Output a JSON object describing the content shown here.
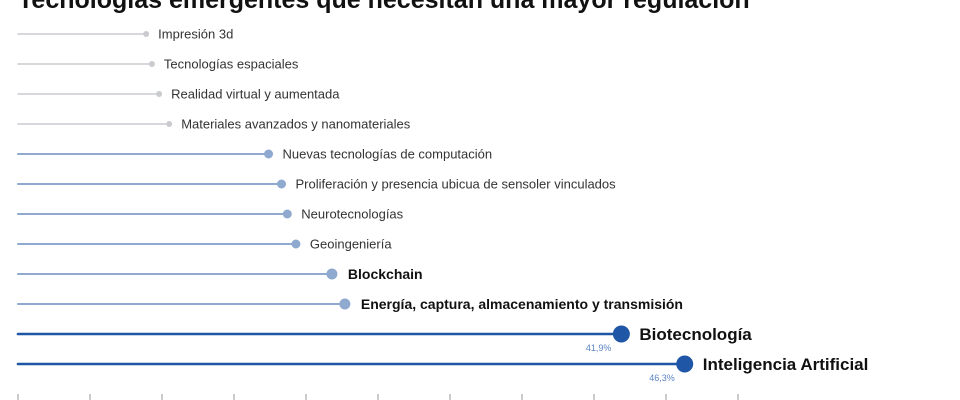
{
  "chart_data": {
    "type": "lollipop",
    "title": "Tecnologías emergentes que necesitan una mayor regulación",
    "xlabel": "",
    "ylabel": "",
    "xlim": [
      0,
      50
    ],
    "grid": false,
    "legend": "none",
    "categories": [
      "Impresión 3d",
      "Tecnologías espaciales",
      "Realidad virtual y aumentada",
      "Materiales avanzados y nanomateriales",
      "Nuevas tecnologías de computación",
      "Proliferación y presencia ubicua de sensoler vinculados",
      "Neurotecnologías",
      "Geoingeniería",
      "Blockchain",
      "Energía, captura, almacenamiento y transmisión",
      "Biotecnología",
      "Inteligencia Artificial"
    ],
    "values": [
      8.9,
      9.3,
      9.8,
      10.5,
      17.4,
      18.3,
      18.7,
      19.3,
      21.8,
      22.7,
      41.9,
      46.3
    ],
    "emphasis": [
      "light",
      "light",
      "light",
      "light",
      "medium",
      "medium",
      "medium",
      "medium",
      "bold",
      "bold",
      "strong",
      "strong"
    ],
    "value_labels": [
      "",
      "",
      "",
      "",
      "",
      "",
      "",
      "",
      "",
      "",
      "41,9%",
      "46,3%"
    ]
  },
  "colors": {
    "light": "#c9cbcf",
    "medium": "#8fa9cf",
    "strong": "#1f56a5",
    "label_dark": "#111111",
    "label_light": "#333333",
    "axis": "#9a9a9a",
    "value_label": "#5b84c4"
  }
}
